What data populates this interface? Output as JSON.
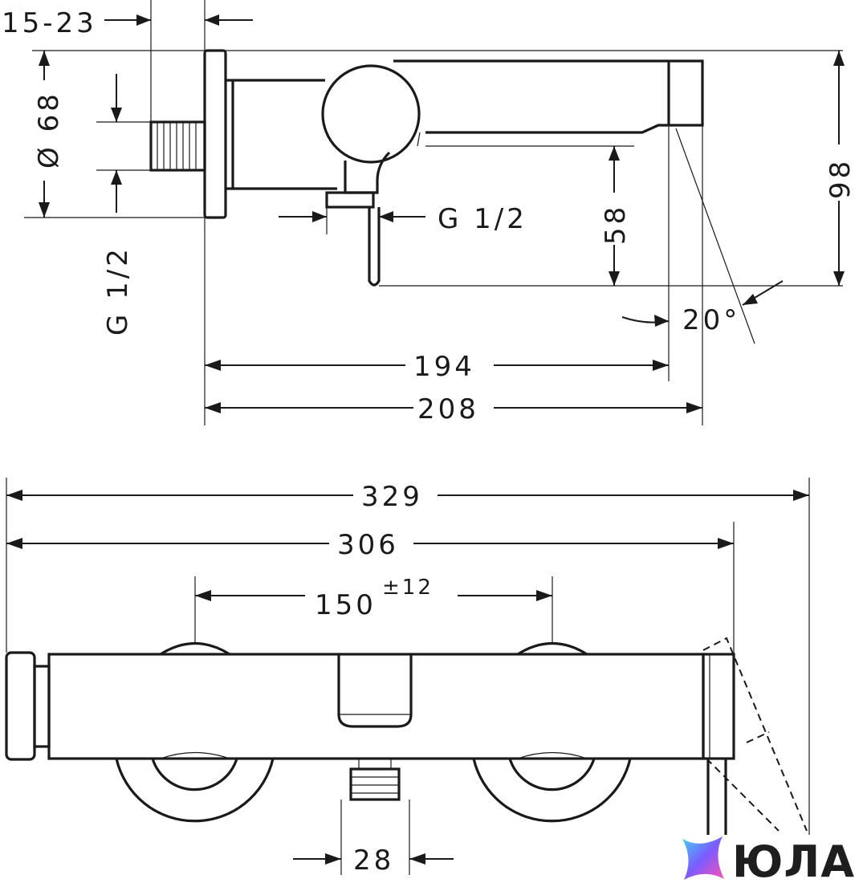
{
  "side_view": {
    "wall_depth_label": "15-23",
    "flange_diameter_label": "Ø 68",
    "inlet_thread_label": "G 1/2",
    "outlet_thread_label": "G 1/2",
    "outlet_height_label": "58",
    "overall_height_label": "98",
    "spout_angle_label": "20°",
    "projection_label": "194",
    "overall_projection_label": "208"
  },
  "front_view": {
    "overall_width_label": "329",
    "body_width_label": "306",
    "centres_label": "150",
    "centres_tolerance_label": "±12",
    "outlet_width_label": "28"
  },
  "brand": {
    "name": "ЮЛА",
    "gradient_colors": [
      "#3fd0f5",
      "#7b5cff",
      "#ff4fb4"
    ]
  }
}
